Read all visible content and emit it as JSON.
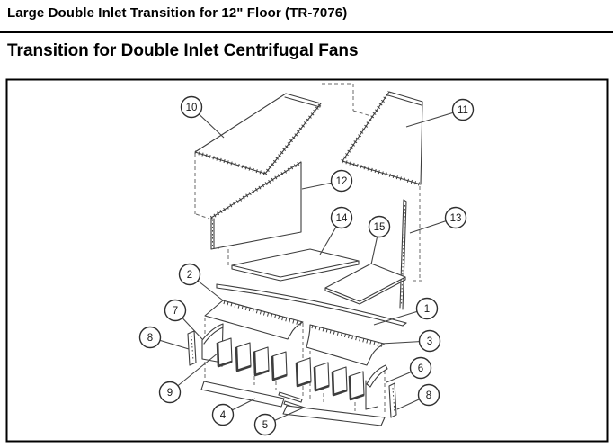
{
  "page": {
    "title": "Large Double Inlet Transition for 12\" Floor (TR-7076)",
    "subtitle": "Transition for Double Inlet Centrifugal Fans"
  },
  "diagram": {
    "type": "exploded-parts-diagram",
    "callouts": {
      "c1": "1",
      "c2": "2",
      "c3": "3",
      "c4": "4",
      "c5": "5",
      "c6": "6",
      "c7": "7",
      "c8a": "8",
      "c8b": "8",
      "c9": "9",
      "c10": "10",
      "c11": "11",
      "c12": "12",
      "c13": "13",
      "c14": "14",
      "c15": "15"
    }
  }
}
